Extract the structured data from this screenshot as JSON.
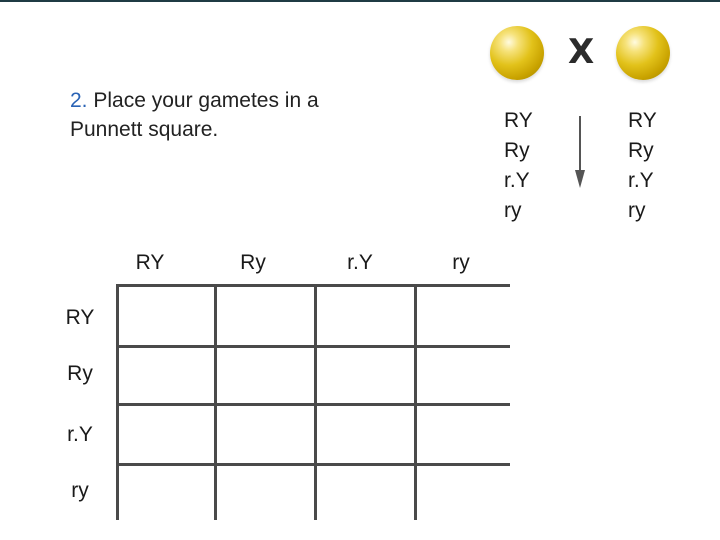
{
  "instruction": {
    "number": "2.",
    "text": "Place your gametes in a Punnett square."
  },
  "parents": {
    "left_icon": "yellow-round-pea",
    "right_icon": "yellow-round-pea",
    "cross_symbol": "X",
    "left_gametes": [
      "RY",
      "Ry",
      "r.Y",
      "ry"
    ],
    "right_gametes": [
      "RY",
      "Ry",
      "r.Y",
      "ry"
    ]
  },
  "punnett": {
    "column_headers": [
      "RY",
      "Ry",
      "r.Y",
      "ry"
    ],
    "row_headers": [
      "RY",
      "Ry",
      "r.Y",
      "ry"
    ]
  },
  "colors": {
    "number_accent": "#2a63b5",
    "pea_yellow": "#e2c21a",
    "grid_line": "#4a4a4a"
  }
}
